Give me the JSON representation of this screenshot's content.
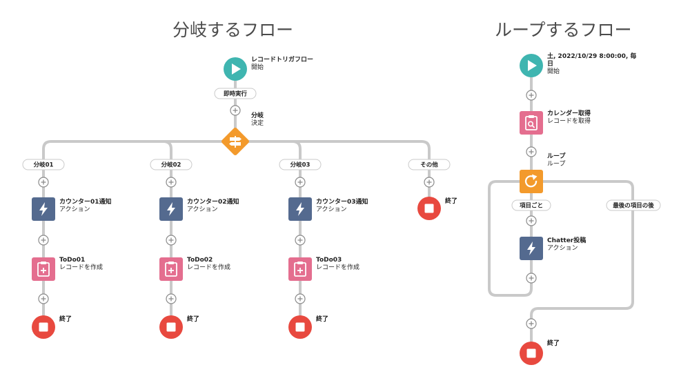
{
  "titles": {
    "branch": "分岐するフロー",
    "loop": "ループするフロー"
  },
  "branch_flow": {
    "start": {
      "title": "レコードトリガフロー",
      "subtitle": "開始"
    },
    "immediate_label": "即時実行",
    "decision": {
      "title": "分岐",
      "subtitle": "決定"
    },
    "branches": [
      {
        "label": "分岐01",
        "action": {
          "title": "カウンター01通知",
          "subtitle": "アクション"
        },
        "record": {
          "title": "ToDo01",
          "subtitle": "レコードを作成"
        },
        "end": "終了"
      },
      {
        "label": "分岐02",
        "action": {
          "title": "カウンター02通知",
          "subtitle": "アクション"
        },
        "record": {
          "title": "ToDo02",
          "subtitle": "レコードを作成"
        },
        "end": "終了"
      },
      {
        "label": "分岐03",
        "action": {
          "title": "カウンター03通知",
          "subtitle": "アクション"
        },
        "record": {
          "title": "ToDo03",
          "subtitle": "レコードを作成"
        },
        "end": "終了"
      }
    ],
    "other": {
      "label": "その他",
      "end": "終了"
    }
  },
  "loop_flow": {
    "start": {
      "title_line1": "土, 2022/10/29 8:00:00, 毎",
      "title_line2": "日",
      "subtitle": "開始"
    },
    "get_records": {
      "title": "カレンダー取得",
      "subtitle": "レコードを取得"
    },
    "loop": {
      "title": "ループ",
      "subtitle": "ループ"
    },
    "each_label": "項目ごと",
    "after_label": "最後の項目の後",
    "post": {
      "title": "Chatter投稿",
      "subtitle": "アクション"
    },
    "end": "終了"
  },
  "colors": {
    "connector": "#c9c9c9",
    "start": "#3fb5b0",
    "decision": "#f39a2c",
    "action": "#546a8f",
    "record": "#e46e8f",
    "end": "#e8493f",
    "loop": "#f39a2c",
    "add_button": "#8a8a8a"
  }
}
